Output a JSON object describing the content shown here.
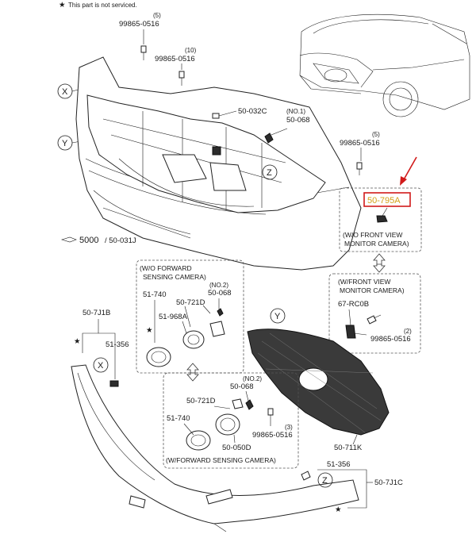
{
  "note": {
    "star": "★",
    "text": "This part is not serviced."
  },
  "labels": {
    "bolt_top": "99865-0516",
    "bolt_top_qty": "(5)",
    "bolt_top2": "99865-0516",
    "bolt_top2_qty": "(10)",
    "clip_50032c": "50-032C",
    "clip_50068_no": "(NO.1)",
    "clip_50068": "50-068",
    "bolt_right": "99865-0516",
    "bolt_right_qty": "(5)",
    "highlight_part": "50-795A",
    "wo_front_view_1": "(W/O FRONT VIEW",
    "wo_front_view_2": "MONITOR CAMERA)",
    "ref_5000": "5000",
    "ref_5000b": "/ 50-031J",
    "wo_forward_1": "(W/O FORWARD",
    "wo_forward_2": "SENSING CAMERA)",
    "p_51740_a": "51-740",
    "p_50721d_a": "50-721D",
    "p_no2_a": "(NO.2)",
    "p_50068_a": "50-068",
    "p_51968a": "51-968A",
    "w_front_view_1": "(W/FRONT VIEW",
    "w_front_view_2": "MONITOR CAMERA)",
    "p_67rc0b": "67-RC0B",
    "p_bolt_cam": "99865-0516",
    "p_bolt_cam_qty": "(2)",
    "p_507j1b": "50-7J1B",
    "p_51356_a": "51-356",
    "p_no2_b": "(NO.2)",
    "p_50068_b": "50-068",
    "p_50721d_b": "50-721D",
    "p_51740_b": "51-740",
    "p_bolt_fwd": "99865-0516",
    "p_bolt_fwd_qty": "(3)",
    "p_50050d": "50-050D",
    "w_forward": "(W/FORWARD SENSING CAMERA)",
    "p_50711k": "50-711K",
    "p_51356_b": "51-356",
    "p_507j1c": "50-7J1C",
    "star": "★",
    "callout_x": "X",
    "callout_y": "Y",
    "callout_z": "Z"
  },
  "colors": {
    "highlight_box": "#d11a1a",
    "highlight_text": "#d4a017",
    "arrow": "#d11a1a"
  }
}
